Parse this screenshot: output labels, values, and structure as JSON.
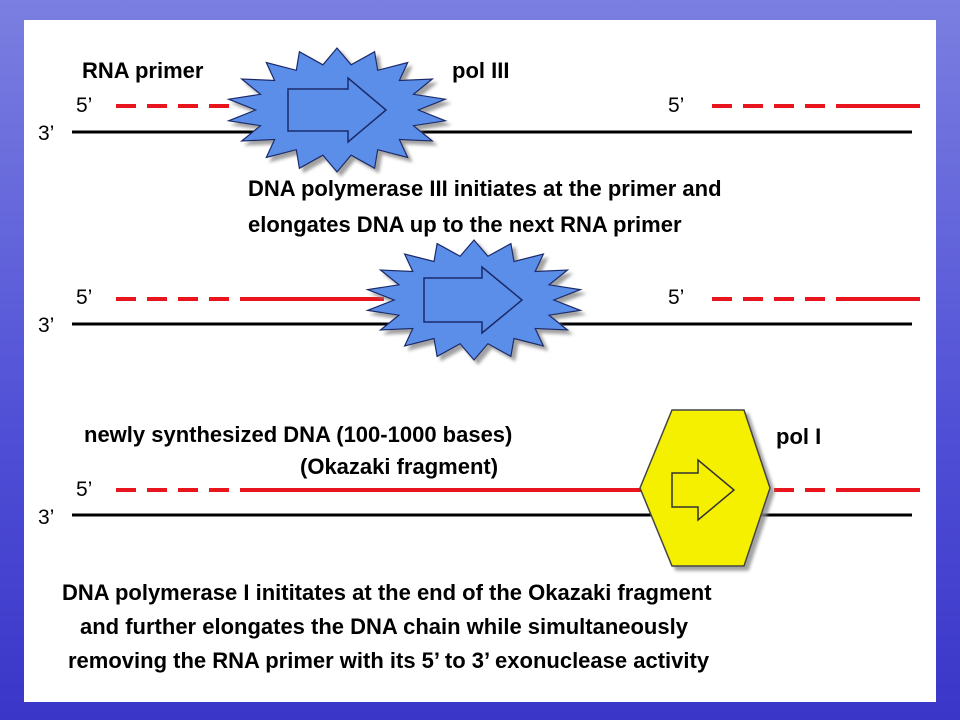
{
  "panel1": {
    "label_rna_primer": "RNA primer",
    "label_pol": "pol III",
    "label_5_left": "5’",
    "label_5_right": "5’",
    "label_3": "3’",
    "caption_line1": "DNA polymerase III initiates at the primer and",
    "caption_line2": "elongates DNA up to the next RNA primer"
  },
  "panel2": {
    "label_5_left": "5’",
    "label_5_right": "5’",
    "label_3": "3’"
  },
  "panel3": {
    "label_new_dna": "newly synthesized DNA (100-1000 bases)",
    "label_okazaki": "(Okazaki fragment)",
    "label_pol": "pol I",
    "label_5": "5’",
    "label_3": "3’",
    "caption_line1": "DNA polymerase I inititates at the end of the Okazaki fragment",
    "caption_line2": "and further elongates the DNA chain while simultaneously",
    "caption_line3": "removing the RNA primer with its 5’ to 3’ exonuclease activity"
  },
  "colors": {
    "dna_strand": "#000000",
    "rna_primer": "#e8141e",
    "pol3_fill": "#5a8ee8",
    "pol1_fill": "#f5f000"
  }
}
